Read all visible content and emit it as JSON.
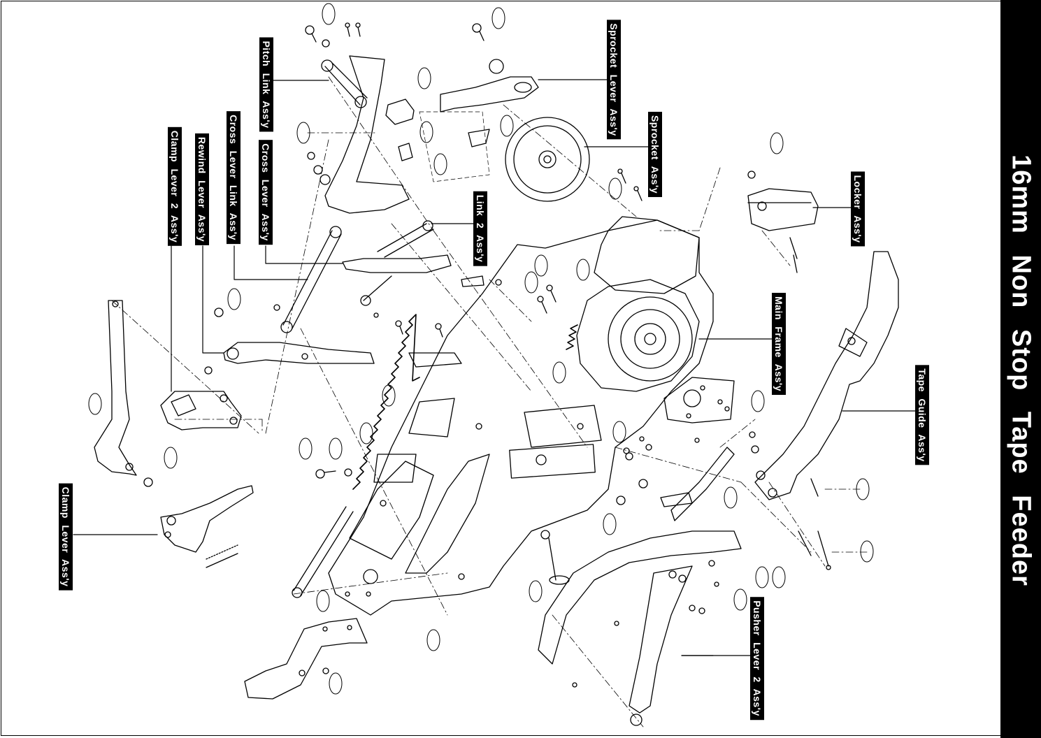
{
  "title": "16mm Non Stop Tape Feeder",
  "labels": {
    "pitch_link": "Pitch Link Ass'y",
    "sprocket_lever": "Sprocket Lever Ass'y",
    "sprocket": "Sprocket Ass'y",
    "cross_lever_link": "Cross Lever Link Ass'y",
    "cross_lever": "Cross Lever Ass'y",
    "rewind_lever": "Rewind Lever Ass'y",
    "clamp_lever_2": "Clamp Lever 2 Ass'y",
    "link_2": "Link 2 Ass'y",
    "locker": "Locker Ass'y",
    "main_frame": "Main Frame Ass'y",
    "tape_guide": "Tape Guide Ass'y",
    "clamp_lever": "Clamp Lever Ass'y",
    "pusher_lever_2": "Pusher Lever 2 Ass'y"
  }
}
